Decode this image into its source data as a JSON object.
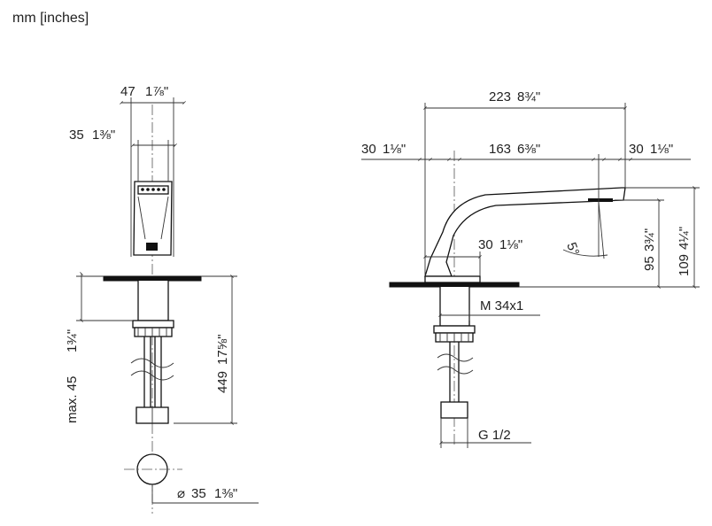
{
  "units_label": "mm [inches]",
  "front_view": {
    "dim_width_top": "47",
    "dim_width_top_in": "1⅞\"",
    "dim_width_inner": "35",
    "dim_width_inner_in": "1⅜\"",
    "dim_max_deck": "max. 45",
    "dim_max_deck_in": "1¾\"",
    "dim_hose": "449",
    "dim_hose_in": "17⅝\"",
    "dim_hole": "35",
    "dim_hole_in": "1⅜\"",
    "diameter_symbol": "⌀"
  },
  "side_view": {
    "dim_total": "223",
    "dim_total_in": "8¾\"",
    "dim_left": "30",
    "dim_left_in": "1⅛\"",
    "dim_mid": "163",
    "dim_mid_in": "6⅜\"",
    "dim_right": "30",
    "dim_right_in": "1⅛\"",
    "dim_base": "30",
    "dim_base_in": "1⅛\"",
    "angle": "5°",
    "dim_h95": "95",
    "dim_h95_in": "3¾\"",
    "dim_h109": "109",
    "dim_h109_in": "4¼\"",
    "thread": "M 34x1",
    "connection": "G 1/2"
  }
}
